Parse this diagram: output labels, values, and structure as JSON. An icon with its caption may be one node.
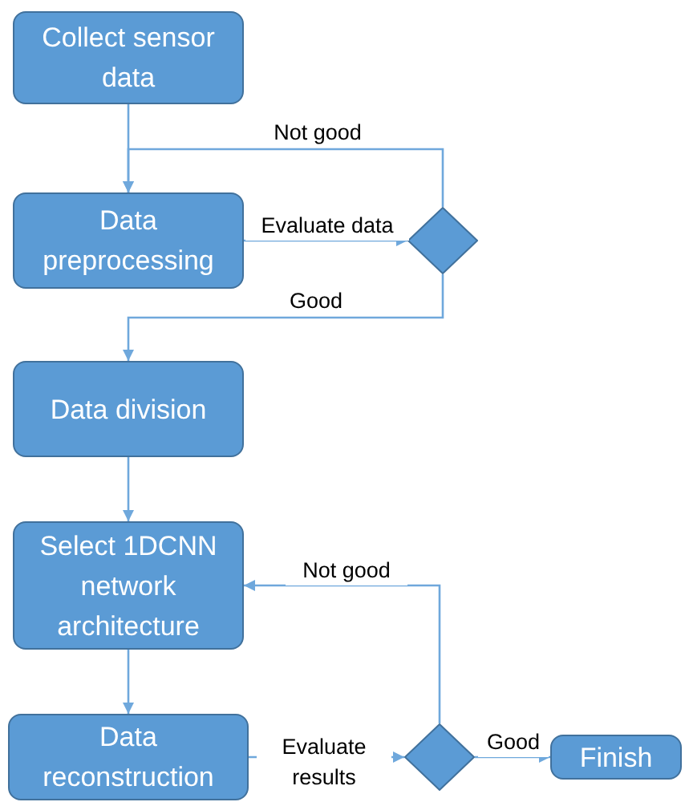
{
  "diagram": {
    "nodes": [
      {
        "text": [
          "Collect sensor data"
        ]
      },
      {
        "text": [
          "Data preprocessing"
        ]
      },
      {
        "text": [],
        "shape": "diamond"
      },
      {
        "text": [
          "Data division"
        ]
      },
      {
        "text": [
          "Select 1DCNN network architecture"
        ]
      },
      {
        "text": [
          "Data reconstruction"
        ]
      },
      {
        "text": [],
        "shape": "diamond"
      },
      {
        "text": [
          "Finish"
        ]
      }
    ],
    "edges": [
      {
        "from": 0,
        "to": 1,
        "arrow": "to"
      },
      {
        "from": 1,
        "to": 2,
        "arrow": "to",
        "label": "Evaluate data"
      },
      {
        "from": 2,
        "to": 1,
        "arrow": "to",
        "label": "Not good"
      },
      {
        "from": 2,
        "to": 3,
        "arrow": "to",
        "label": "Good"
      },
      {
        "from": 3,
        "to": 4,
        "arrow": "to"
      },
      {
        "from": 4,
        "to": 5,
        "arrow": "to"
      },
      {
        "from": 5,
        "to": 6,
        "arrow": "to",
        "label": "Evaluate results"
      },
      {
        "from": 6,
        "to": 4,
        "arrow": "to",
        "label": "Not good"
      },
      {
        "from": 6,
        "to": 7,
        "arrow": "to",
        "label": "Good"
      }
    ]
  }
}
